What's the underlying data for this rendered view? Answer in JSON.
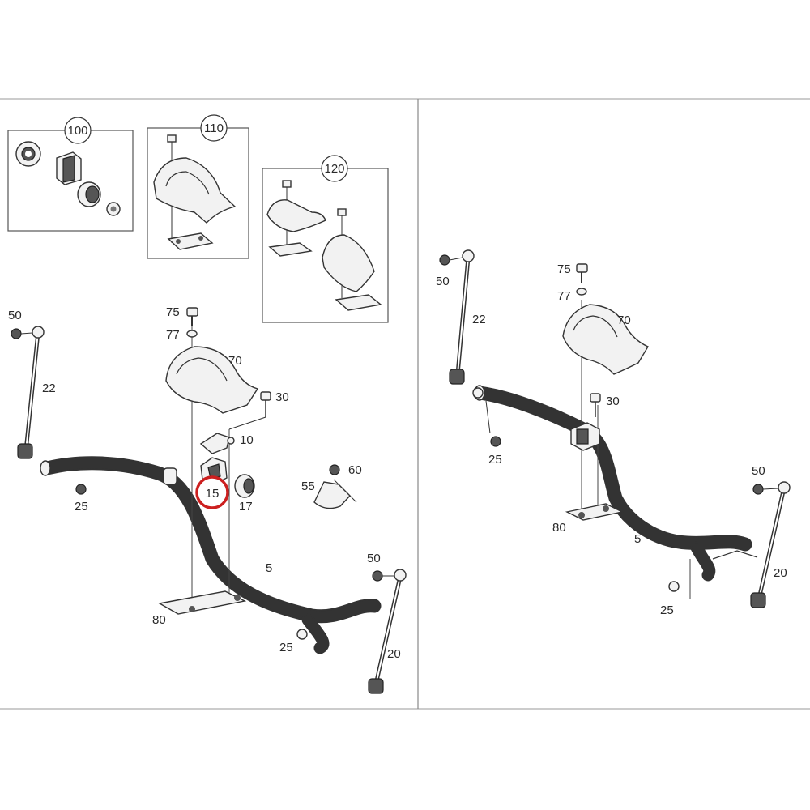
{
  "groups": {
    "g100": "100",
    "g110": "110",
    "g120": "120"
  },
  "highlight": {
    "label": "15",
    "color": "#cc1f1f"
  },
  "left": {
    "l50a": "50",
    "l22": "22",
    "l75": "75",
    "l77": "77",
    "l70": "70",
    "l30": "30",
    "l10": "10",
    "l17": "17",
    "l60": "60",
    "l55": "55",
    "l25a": "25",
    "l5": "5",
    "l50b": "50",
    "l80": "80",
    "l25b": "25",
    "l20": "20"
  },
  "right": {
    "r50a": "50",
    "r22": "22",
    "r75": "75",
    "r77": "77",
    "r70": "70",
    "r30": "30",
    "r25a": "25",
    "r80": "80",
    "r5": "5",
    "r50b": "50",
    "r20": "20",
    "r25b": "25"
  },
  "colors": {
    "line": "#333333",
    "part_fill": "#f2f2f2",
    "divider": "#888888"
  }
}
